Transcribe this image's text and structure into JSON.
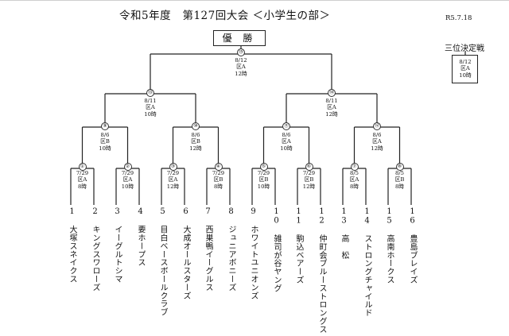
{
  "header": {
    "title_year": "令和5年度",
    "title_event": "第127回大会",
    "title_division": "＜小学生の部＞",
    "date": "R5.7.18"
  },
  "champion_label": "優 勝",
  "third_place": {
    "title": "三位決定戦",
    "date": "8/12",
    "venue": "区A",
    "time": "10時"
  },
  "teams": [
    "1 大塚スネイクス",
    "2 キングスワローズ",
    "3 イーグルトシマ",
    "4 要ホープス",
    "5 目白ベースボールクラブ",
    "6 大成オールスターズ",
    "7 西巣鴨イーグルス",
    "8 ジュニアボニーズ",
    "9 ホワイトユニオンズ",
    "10 雑司が谷ヤング",
    "11 駒込ベアーズ",
    "12 仲町会ブルーストロングス",
    "13 高　松",
    "14 ストロングチャイルド",
    "15 高南ホークス",
    "16 豊島ブレイズ"
  ],
  "games": [
    {
      "no": "①",
      "date": "7/29",
      "venue": "区A",
      "time": "8時"
    },
    {
      "no": "②",
      "date": "7/29",
      "venue": "区A",
      "time": "10時"
    },
    {
      "no": "③",
      "date": "7/29",
      "venue": "区A",
      "time": "12時"
    },
    {
      "no": "④",
      "date": "7/29",
      "venue": "区B",
      "time": "8時"
    },
    {
      "no": "⑤",
      "date": "7/29",
      "venue": "区B",
      "time": "10時"
    },
    {
      "no": "⑥",
      "date": "7/29",
      "venue": "区B",
      "time": "12時"
    },
    {
      "no": "⑦",
      "date": "8/5",
      "venue": "区A",
      "time": "8時"
    },
    {
      "no": "⑧",
      "date": "8/5",
      "venue": "区B",
      "time": "8時"
    },
    {
      "no": "⑨",
      "date": "8/6",
      "venue": "区B",
      "time": "10時"
    },
    {
      "no": "⑩",
      "date": "8/6",
      "venue": "区B",
      "time": "12時"
    },
    {
      "no": "⑪",
      "date": "8/6",
      "venue": "区A",
      "time": "10時"
    },
    {
      "no": "⑫",
      "date": "8/6",
      "venue": "区A",
      "time": "12時"
    },
    {
      "no": "⑬",
      "date": "8/11",
      "venue": "区A",
      "time": "10時"
    },
    {
      "no": "⑭",
      "date": "8/11",
      "venue": "区A",
      "time": "12時"
    },
    {
      "no": "⑮",
      "date": "8/12",
      "venue": "区A",
      "time": "12時"
    }
  ]
}
